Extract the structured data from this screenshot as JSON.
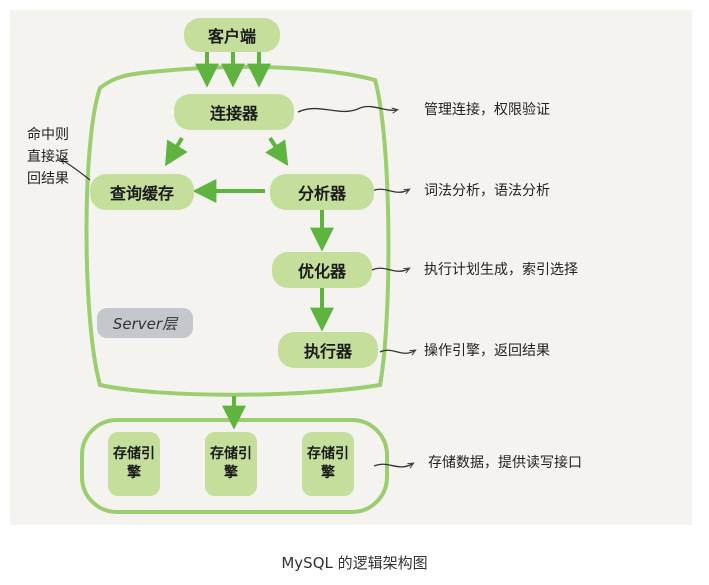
{
  "diagram": {
    "client": "客户端",
    "connector": "连接器",
    "query_cache": "查询缓存",
    "analyzer": "分析器",
    "optimizer": "优化器",
    "executor": "执行器",
    "server_layer": "Server层",
    "storage_engines": [
      "存储引擎",
      "存储引擎",
      "存储引擎"
    ],
    "notes": {
      "connector": "管理连接，权限验证",
      "analyzer": "词法分析，语法分析",
      "optimizer": "执行计划生成，索引选择",
      "executor": "操作引擎，返回结果",
      "storage": "存储数据，提供读写接口",
      "cache_hit": "命中则直接返回结果"
    }
  },
  "caption": "MySQL 的逻辑架构图",
  "colors": {
    "green_fill": "#c5de9b",
    "green_line": "#9ccd6e",
    "arrow": "#5fb33f",
    "server_tag": "#c4c8cc",
    "background": "#f4f3ef"
  }
}
